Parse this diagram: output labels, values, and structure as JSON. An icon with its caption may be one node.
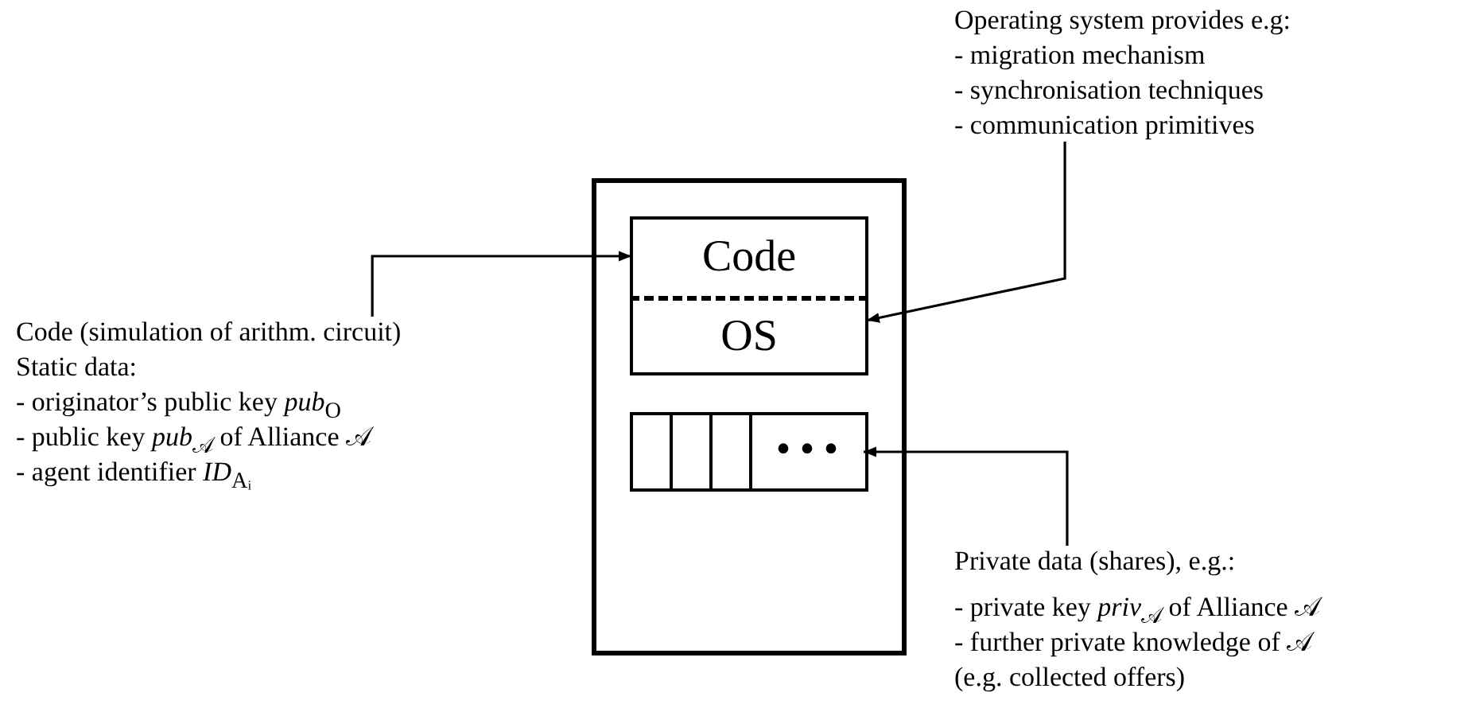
{
  "diagram": {
    "nodes": [
      {
        "text": [],
        "shape": "box"
      },
      {
        "text": [
          "Code"
        ],
        "in": 0
      },
      {
        "text": [
          "OS"
        ],
        "in": 0
      },
      {
        "text": [],
        "shape": "box",
        "in": 0
      },
      {
        "text": [],
        "shape": "box",
        "in": 3
      },
      {
        "text": [],
        "shape": "box",
        "in": 3
      },
      {
        "text": [],
        "shape": "box",
        "in": 3
      },
      {
        "text": [
          "•••"
        ],
        "in": 3
      },
      {
        "text": [
          "Code (simulation of arithm. circuit)",
          "Static data:",
          "- originator’s public key *pub*$_{O}$",
          "- public key *pub*$_{𝒜}$ of Alliance 𝒜",
          "- agent identifier *ID*$_{Aᵢ}$"
        ]
      },
      {
        "text": [
          "Operating system provides e.g:",
          "- migration mechanism",
          "- synchronisation techniques",
          "- communication primitives"
        ]
      },
      {
        "text": [
          "Private data (shares), e.g.:",
          "- private key *priv*$_{𝒜}$ of Alliance 𝒜",
          "- further private knowledge of 𝒜 (e.g. collected offers)"
        ]
      }
    ],
    "edges": [
      {
        "from": 8,
        "to": 1,
        "arrow": "to"
      },
      {
        "from": 9,
        "to": 2,
        "arrow": "to"
      },
      {
        "from": 10,
        "to": 7,
        "arrow": "to"
      }
    ]
  }
}
